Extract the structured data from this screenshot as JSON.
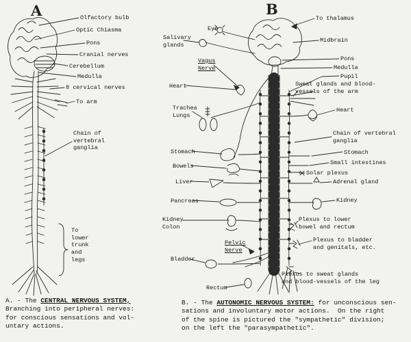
{
  "page": {
    "background": "#f2f2ee",
    "ink": "#1b1b1b"
  },
  "panelA": {
    "title": "A",
    "labels": [
      {
        "id": "olfactory-bulb",
        "text": "Olfactory bulb"
      },
      {
        "id": "optic-chiasma",
        "text": "Optic Chiasma"
      },
      {
        "id": "pons",
        "text": "Pons"
      },
      {
        "id": "cranial-nerves",
        "text": "Cranial nerves"
      },
      {
        "id": "cerebellum",
        "text": "Cerebellum"
      },
      {
        "id": "medulla",
        "text": "Medulla"
      },
      {
        "id": "cervical-nerves",
        "text": "8 cervical nerves"
      },
      {
        "id": "to-arm",
        "text": "To arm"
      },
      {
        "id": "chain-of-vertebral-ganglia",
        "text": "Chain of\nvertebral\nganglia"
      },
      {
        "id": "to-lower-trunk-and-legs",
        "text": "To\nlower\ntrunk\nand\nlegs"
      }
    ],
    "caption": {
      "prefix": "A. - The ",
      "emphasis": "CENTRAL NERVOUS SYSTEM,",
      "rest": "\nBranching into peripheral nerves:\nfor conscious sensations and vol-\nuntary actions."
    }
  },
  "panelB": {
    "title": "B",
    "labels_left": [
      {
        "id": "eye",
        "text": "Eye"
      },
      {
        "id": "salivary-glands",
        "text": "Salivary\nglands"
      },
      {
        "id": "vagus-nerve",
        "text": "Vagus\nNerve"
      },
      {
        "id": "heart-left",
        "text": "Heart"
      },
      {
        "id": "trachea-lungs",
        "text": "Trachea\nLungs"
      },
      {
        "id": "stomach-left",
        "text": "Stomach"
      },
      {
        "id": "bowels",
        "text": "Bowels"
      },
      {
        "id": "liver",
        "text": "Liver"
      },
      {
        "id": "pancreas",
        "text": "Pancreas"
      },
      {
        "id": "kidney-colon",
        "text": "Kidney\nColon"
      },
      {
        "id": "pelvic-nerve",
        "text": "Pelvic\nNerve"
      },
      {
        "id": "bladder",
        "text": "Bladder"
      },
      {
        "id": "rectum",
        "text": "Rectum"
      }
    ],
    "labels_right": [
      {
        "id": "to-thalamus",
        "text": "To thalamus"
      },
      {
        "id": "midbrain",
        "text": "Midbrain"
      },
      {
        "id": "pons-b",
        "text": "Pons"
      },
      {
        "id": "medulla-b",
        "text": "Medulla"
      },
      {
        "id": "pupil",
        "text": "Pupil"
      },
      {
        "id": "sweat-glands-arm",
        "text": "Sweat glands and blood-\nvessels of the arm"
      },
      {
        "id": "heart-right",
        "text": "Heart"
      },
      {
        "id": "chain-vertebral-ganglia-b",
        "text": "Chain of vertebral\nganglia"
      },
      {
        "id": "stomach-right",
        "text": "Stomach"
      },
      {
        "id": "small-intestines",
        "text": "Small intestines"
      },
      {
        "id": "solar-plexus",
        "text": "Solar plexus"
      },
      {
        "id": "adrenal-gland",
        "text": "Adrenal gland"
      },
      {
        "id": "kidney-right",
        "text": "Kidney"
      },
      {
        "id": "plexus-lower-bowel",
        "text": "Plexus to lower\nbowel and rectum"
      },
      {
        "id": "plexus-bladder",
        "text": "Plexus to bladder\nand genitals, etc."
      },
      {
        "id": "plexus-sweat-leg",
        "text": "Plexus to sweat glands\nand blood-vessels of the leg"
      }
    ],
    "caption": {
      "prefix": "B. - The ",
      "emphasis": "AUTONOMIC NERVOUS SYSTEM:",
      "rest": " for unconscious sen-\nsations and involuntary motor actions.  On the right\nof the spine is pictured the \"sympathetic\" division;\non the left the \"parasympathetic\"."
    }
  }
}
